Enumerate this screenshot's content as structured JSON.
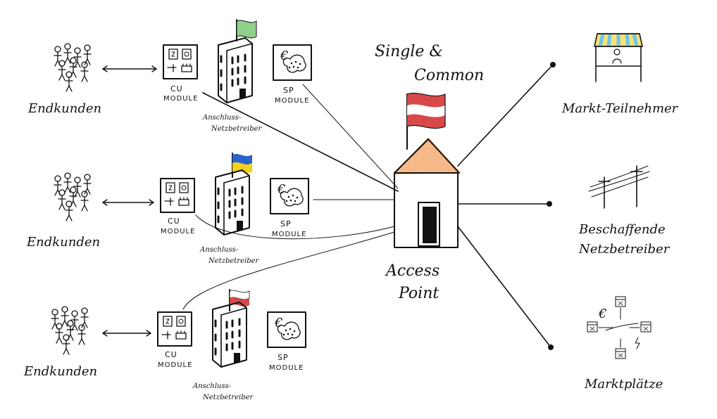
{
  "colors": {
    "ink": "#111111",
    "flag_green": "#8fd18a",
    "flag_ukraine_blue": "#2a63c9",
    "flag_ukraine_yellow": "#f3d21b",
    "flag_red": "#d94848",
    "roof_orange": "#f7b98a",
    "awning_blue": "#6fc4e8",
    "awning_yellow": "#f5e27a"
  },
  "center": {
    "title_line1": "Single &",
    "title_line2": "Common",
    "label_line1": "Access",
    "label_line2": "Point",
    "flag_icon": "austria-flag-icon",
    "house_icon": "house-icon"
  },
  "rows": [
    {
      "customers_label": "Endkunden",
      "cu_label_line1": "CU",
      "cu_label_line2": "MODULE",
      "sp_label_line1": "SP",
      "sp_label_line2": "MODULE",
      "operator_line1": "Anschluss-",
      "operator_line2": "Netzbetreiber",
      "flag_icon": "green-flag-icon"
    },
    {
      "customers_label": "Endkunden",
      "cu_label_line1": "CU",
      "cu_label_line2": "MODULE",
      "sp_label_line1": "SP",
      "sp_label_line2": "MODULE",
      "operator_line1": "Anschluss-",
      "operator_line2": "Netzbetreiber",
      "flag_icon": "ukraine-flag-icon"
    },
    {
      "customers_label": "Endkunden",
      "cu_label_line1": "CU",
      "cu_label_line2": "MODULE",
      "sp_label_line1": "SP",
      "sp_label_line2": "MODULE",
      "operator_line1": "Anschluss-",
      "operator_line2": "Netzbetreiber",
      "flag_icon": "red-white-flag-icon"
    }
  ],
  "right": {
    "market_participants": "Markt-Teilnehmer",
    "procuring_line1": "Beschaffende",
    "procuring_line2": "Netzbetreiber",
    "marketplaces": "Marktplätze",
    "euro_symbol": "€"
  },
  "sp_module_symbol": "€"
}
